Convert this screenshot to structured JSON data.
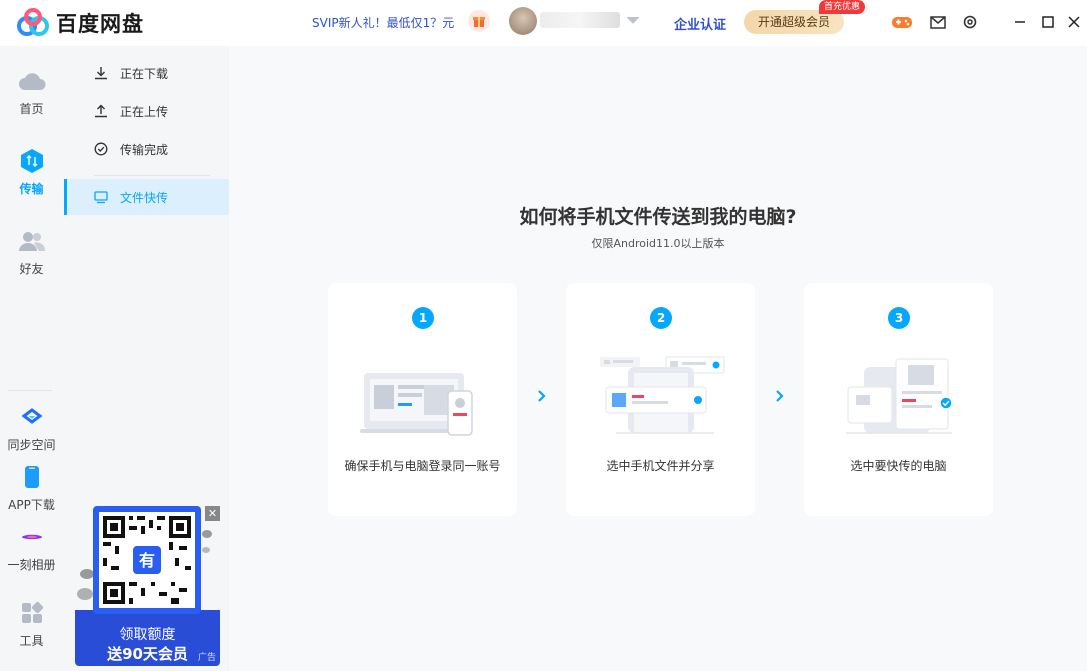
{
  "app": {
    "name": "百度网盘",
    "colors": {
      "accent": "#06a7ff",
      "link": "#2f4fd6",
      "vip_gold": "#f3d7aa",
      "badge_red": "#f03a3a"
    }
  },
  "titlebar": {
    "promo_text": "SVIP新人礼！最低仅1？元",
    "enterprise_label": "企业认证",
    "vip_button_label": "开通超级会员",
    "vip_badge": "首充优惠",
    "icons": [
      "gift-icon",
      "game-controller-icon",
      "mail-icon",
      "settings-icon",
      "minimize-icon",
      "maximize-icon",
      "close-icon"
    ]
  },
  "leftnav": {
    "items": [
      {
        "label": "首页",
        "icon": "cloud-icon",
        "active": false
      },
      {
        "label": "传输",
        "icon": "transfer-icon",
        "active": true
      },
      {
        "label": "好友",
        "icon": "friends-icon",
        "active": false
      },
      {
        "label": "同步空间",
        "icon": "sync-icon",
        "active": false
      },
      {
        "label": "APP下载",
        "icon": "phone-icon",
        "active": false
      },
      {
        "label": "一刻相册",
        "icon": "album-icon",
        "active": false
      },
      {
        "label": "工具",
        "icon": "tools-icon",
        "active": false
      }
    ]
  },
  "subnav": {
    "items": [
      {
        "label": "正在下载",
        "icon": "download-icon",
        "active": false
      },
      {
        "label": "正在上传",
        "icon": "upload-icon",
        "active": false
      },
      {
        "label": "传输完成",
        "icon": "check-circle-icon",
        "active": false
      },
      {
        "label": "文件快传",
        "icon": "monitor-icon",
        "active": true
      }
    ]
  },
  "ad": {
    "line1": "领取额度",
    "line2": "送90天会员",
    "tag": "广告",
    "close": "✕"
  },
  "main": {
    "title": "如何将手机文件传送到我的电脑?",
    "subtitle": "仅限Android11.0以上版本",
    "steps": [
      {
        "num": "1",
        "label": "确保手机与电脑登录同一账号"
      },
      {
        "num": "2",
        "label": "选中手机文件并分享"
      },
      {
        "num": "3",
        "label": "选中要快传的电脑"
      }
    ]
  }
}
